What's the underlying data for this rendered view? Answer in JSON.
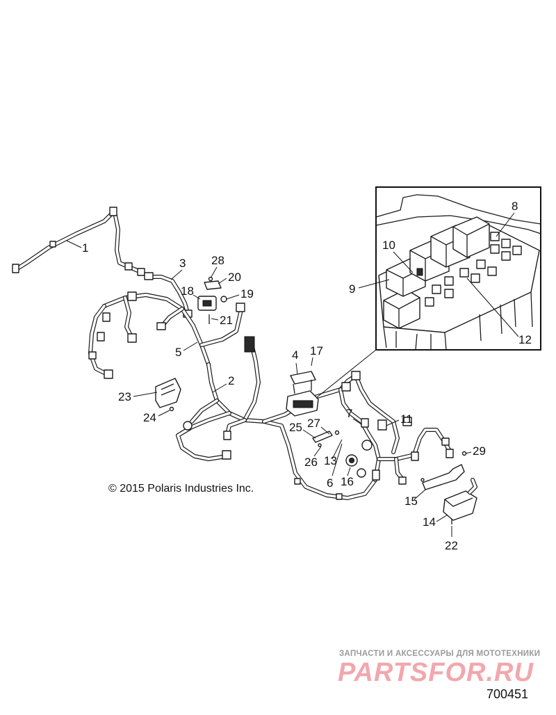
{
  "copyright": "© 2015 Polaris Industries Inc.",
  "figure_id": "700451",
  "watermark": {
    "caption": "ЗАПЧАСТИ И АКСЕССУАРЫ ДЛЯ МОТОТЕХНИКИ",
    "logo": "PARTSFOR.RU",
    "color": "#f2a7ad"
  },
  "callouts": {
    "c1": "1",
    "c2": "2",
    "c3": "3",
    "c4": "4",
    "c5": "5",
    "c6": "6",
    "c7": "7",
    "c8": "8",
    "c9": "9",
    "c10": "10",
    "c11": "11",
    "c12": "12",
    "c13": "13",
    "c14": "14",
    "c15": "15",
    "c16": "16",
    "c17": "17",
    "c18": "18",
    "c19": "19",
    "c20": "20",
    "c21": "21",
    "c22": "22",
    "c23": "23",
    "c24": "24",
    "c25": "25",
    "c26": "26",
    "c27": "27",
    "c28": "28",
    "c29": "29"
  }
}
